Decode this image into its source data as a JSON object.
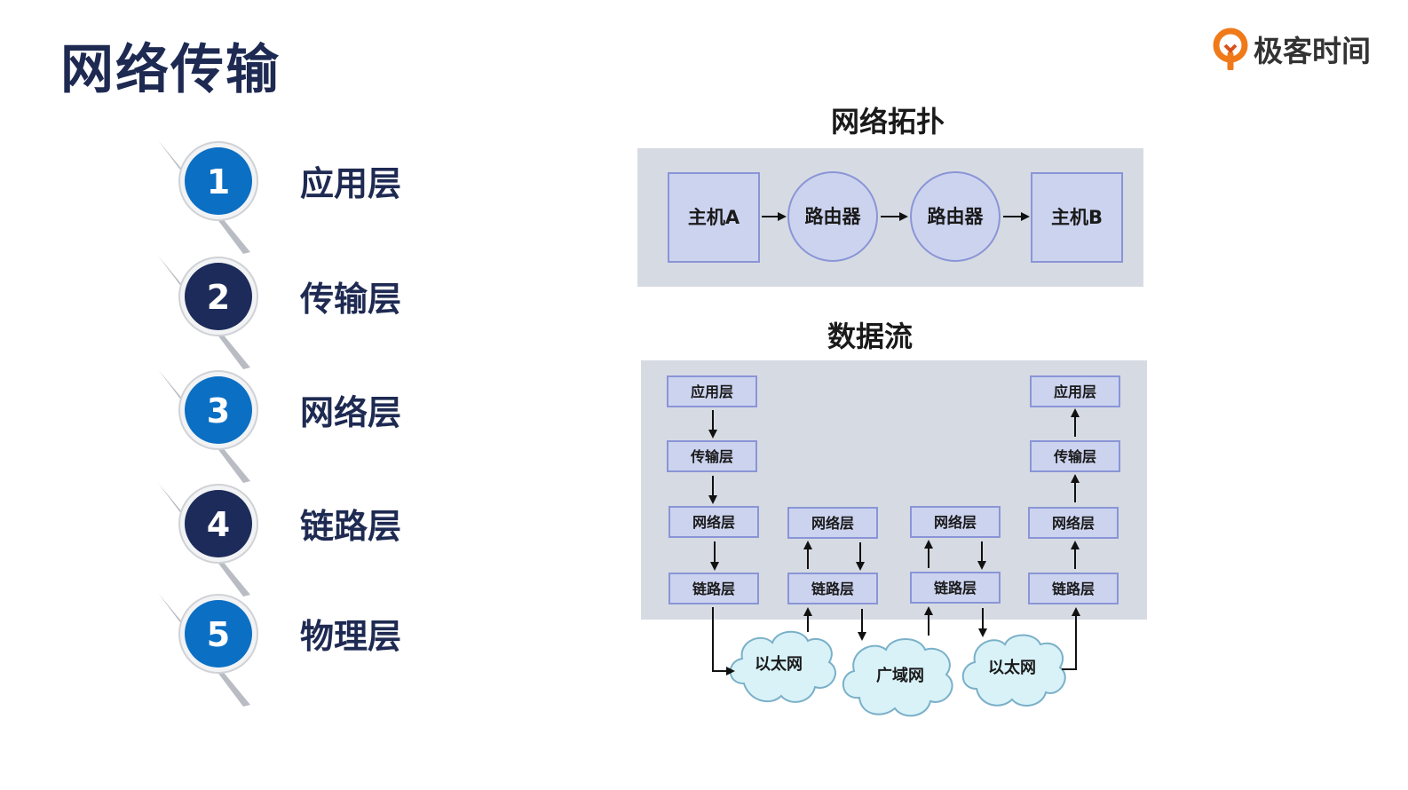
{
  "title": "网络传输",
  "brand": {
    "name": "极客时间",
    "logo_icon": "geektime-logo-icon",
    "accent": "#f07a1a"
  },
  "layers": [
    {
      "num": "1",
      "label": "应用层",
      "color": "#0b6fc4"
    },
    {
      "num": "2",
      "label": "传输层",
      "color": "#1c2b5a"
    },
    {
      "num": "3",
      "label": "网络层",
      "color": "#0b6fc4"
    },
    {
      "num": "4",
      "label": "链路层",
      "color": "#1c2b5a"
    },
    {
      "num": "5",
      "label": "物理层",
      "color": "#0b6fc4"
    }
  ],
  "topology": {
    "title": "网络拓扑",
    "nodes": [
      "主机A",
      "路由器",
      "路由器",
      "主机B"
    ]
  },
  "dataflow": {
    "title": "数据流",
    "host_a": [
      "应用层",
      "传输层",
      "网络层",
      "链路层"
    ],
    "router_1": [
      "网络层",
      "链路层"
    ],
    "router_2": [
      "网络层",
      "链路层"
    ],
    "host_b": [
      "应用层",
      "传输层",
      "网络层",
      "链路层"
    ],
    "clouds": [
      "以太网",
      "广域网",
      "以太网"
    ]
  },
  "colors": {
    "panel_bg": "#d6dbe3",
    "box_fill": "#ccd3ef",
    "box_stroke": "#8a95d6",
    "cloud_fill": "#d8f2f8",
    "cloud_stroke": "#7ab0c8",
    "title_color": "#1e2a52"
  }
}
